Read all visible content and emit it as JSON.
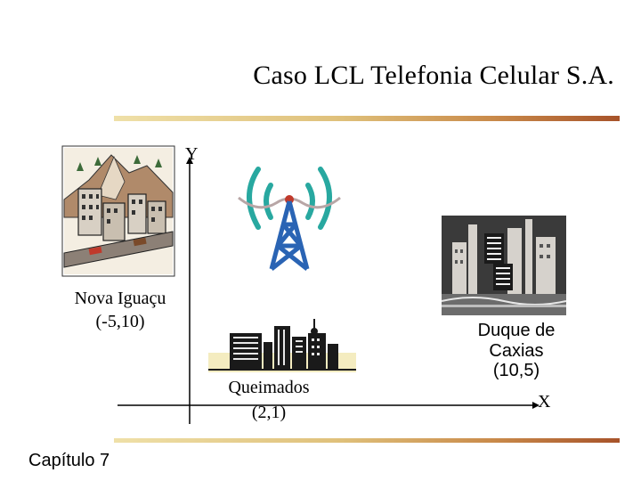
{
  "slide": {
    "title": "Caso LCL Telefonia Celular S.A.",
    "footer": "Capítulo 7"
  },
  "axes": {
    "y_label": "Y",
    "x_label": "X"
  },
  "cities": [
    {
      "name": "Nova Iguaçu",
      "coords": "(-5,10)"
    },
    {
      "name": "Queimados",
      "coords": "(2,1)"
    },
    {
      "name": "Duque de Caxias",
      "name_line1": "Duque de",
      "name_line2": "Caxias",
      "coords": "(10,5)"
    }
  ],
  "icons": {
    "tower": "radio-tower-icon",
    "nova_iguacu": "town-buildings-icon",
    "queimados": "city-skyline-icon",
    "duque_de_caxias": "downtown-buildings-icon"
  },
  "colors": {
    "tower_blue": "#2a64b4",
    "wave_teal": "#28a8a0",
    "wave_red": "#c0392b",
    "rule_start": "#efe0a8",
    "rule_end": "#a7532a"
  }
}
